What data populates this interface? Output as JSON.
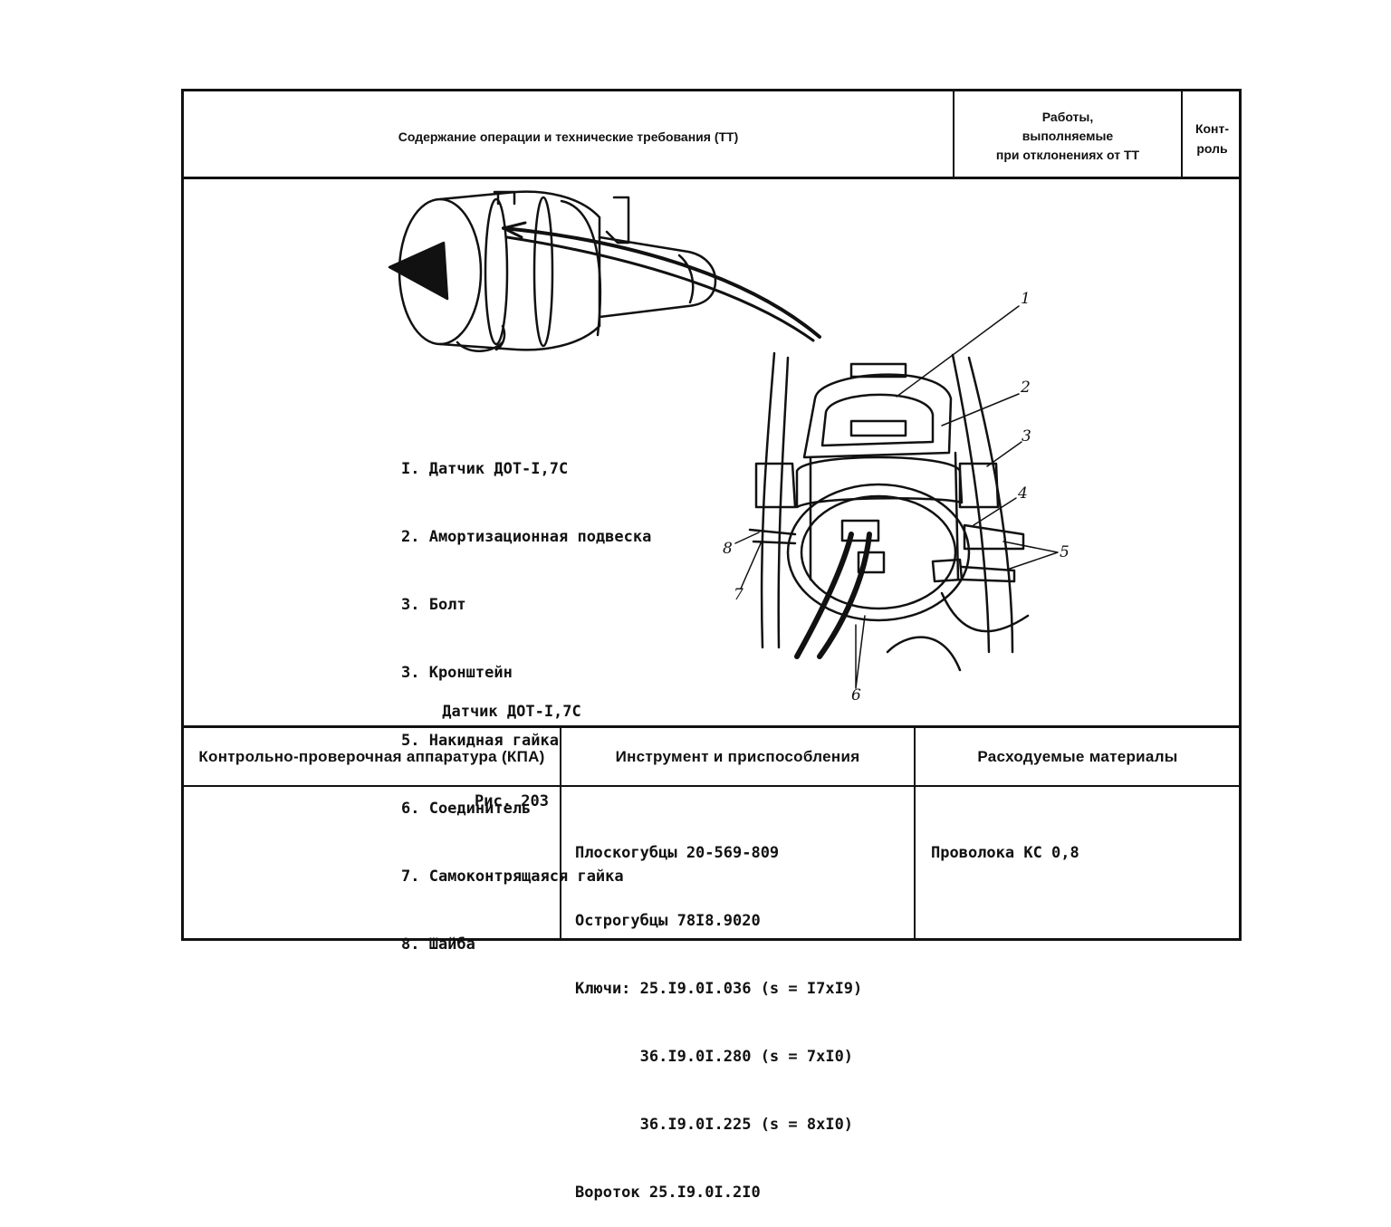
{
  "header": {
    "operation_content": "Содержание операции и технические требования (ТТ)",
    "deviation_works": [
      "Работы,",
      "выполняемые",
      "при отклонениях от ТТ"
    ],
    "control": [
      "Конт-",
      "роль"
    ]
  },
  "figure": {
    "legend": [
      "I. Датчик ДОТ-I,7С",
      "2. Амортизационная подвеска",
      "3. Болт",
      "3. Кронштейн",
      "5. Накидная гайка",
      "6. Соединитель",
      "7. Самоконтрящаяся гайка",
      "8. Шайба"
    ],
    "caption_title": "Датчик ДОТ-I,7С",
    "caption_number": "Рис. 203",
    "callouts": [
      "1",
      "2",
      "3",
      "4",
      "5",
      "6",
      "7",
      "8"
    ]
  },
  "footer": {
    "kpa_header": "Контрольно-проверочная аппаратура (КПА)",
    "tools_header": "Инструмент и приспособления",
    "materials_header": "Расходуемые материалы",
    "tools": [
      "Плоскогубцы 20-569-809",
      "Острогубцы 78I8.9020",
      "Ключи: 25.I9.0I.036 (s = I7хI9)",
      "       36.I9.0I.280 (s = 7хI0)",
      "       36.I9.0I.225 (s = 8хI0)",
      "Вороток 25.I9.0I.2I0"
    ],
    "materials": [
      "Проволока КС 0,8"
    ]
  }
}
